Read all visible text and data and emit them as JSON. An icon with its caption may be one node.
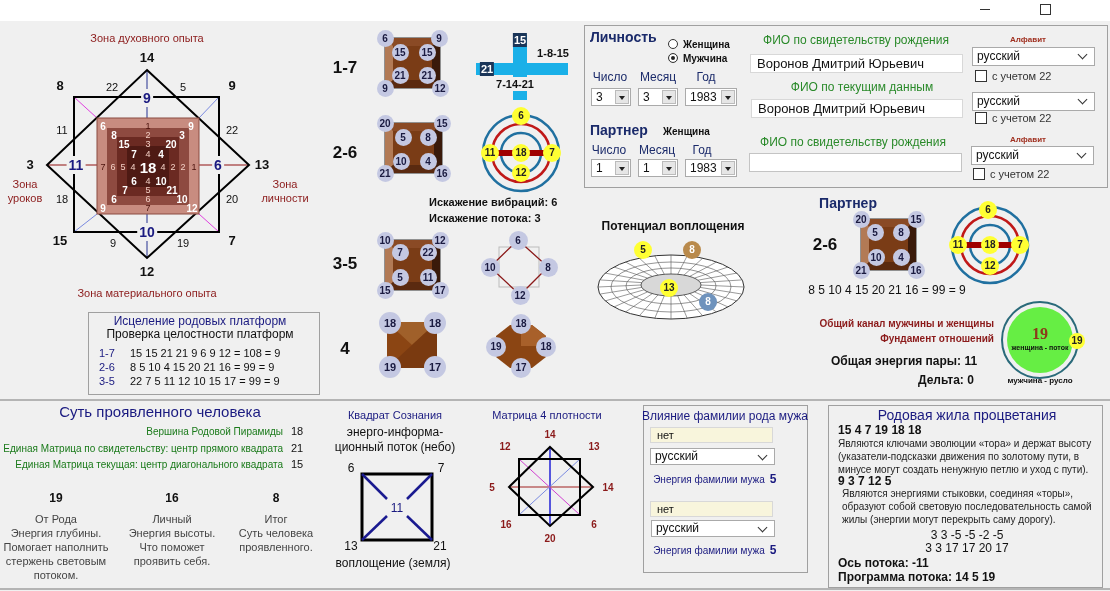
{
  "diagram": {
    "nodes": [
      {
        "text": [
          "6"
        ]
      },
      {
        "text": [
          "9"
        ]
      },
      {
        "text": [
          "15"
        ]
      },
      {
        "text": [
          "15"
        ]
      },
      {
        "text": [
          "21"
        ]
      },
      {
        "text": [
          "21"
        ]
      },
      {
        "text": [
          "9"
        ]
      },
      {
        "text": [
          "12"
        ]
      },
      {
        "text": [
          "20"
        ]
      },
      {
        "text": [
          "15"
        ]
      },
      {
        "text": [
          "5"
        ]
      },
      {
        "text": [
          "8"
        ]
      },
      {
        "text": [
          "10"
        ]
      },
      {
        "text": [
          "4"
        ]
      },
      {
        "text": [
          "21"
        ]
      },
      {
        "text": [
          "16"
        ]
      },
      {
        "text": [
          "6"
        ]
      },
      {
        "text": [
          "11"
        ]
      },
      {
        "text": [
          "18"
        ]
      },
      {
        "text": [
          "7"
        ]
      },
      {
        "text": [
          "12"
        ]
      },
      {
        "text": [
          "Личность",
          "Женщина",
          "Мужчина",
          "ФИО по свидетельству рождения",
          "Алфавит",
          "Число",
          "Месяц",
          "Год",
          "с учетом 22",
          "ФИО по текущим данным",
          "с учетом 22",
          "Партнер",
          "Женщина",
          "ФИО по свидетельству рождения",
          "Алфавит",
          "Число",
          "Месяц",
          "Год",
          "с учетом 22"
        ]
      },
      {
        "text": [
          "3"
        ],
        "in": 21
      },
      {
        "text": [
          "3"
        ],
        "in": 21
      },
      {
        "text": [
          "1983"
        ],
        "in": 21
      },
      {
        "text": [
          "Воронов Дмитрий Юрьевич"
        ],
        "in": 21
      },
      {
        "text": [
          "русский"
        ],
        "in": 21
      },
      {
        "text": [
          "Воронов Дмитрий Юрьевич"
        ],
        "in": 21
      },
      {
        "text": [
          "русский"
        ],
        "in": 21
      },
      {
        "text": [
          "1"
        ],
        "in": 21
      },
      {
        "text": [
          "1"
        ],
        "in": 21
      },
      {
        "text": [
          "1983"
        ],
        "in": 21
      },
      {
        "text": [],
        "shape": "box",
        "in": 21
      },
      {
        "text": [
          "русский"
        ],
        "in": 21
      },
      {
        "text": [
          "10"
        ]
      },
      {
        "text": [
          "12"
        ]
      },
      {
        "text": [
          "7"
        ]
      },
      {
        "text": [
          "22"
        ]
      },
      {
        "text": [
          "5"
        ]
      },
      {
        "text": [
          "11"
        ]
      },
      {
        "text": [
          "15"
        ]
      },
      {
        "text": [
          "17"
        ]
      },
      {
        "text": [
          "6"
        ]
      },
      {
        "text": [
          "10"
        ]
      },
      {
        "text": [
          "8"
        ]
      },
      {
        "text": [
          "12"
        ]
      },
      {
        "text": [
          "5"
        ]
      },
      {
        "text": [
          "8"
        ]
      },
      {
        "text": [
          "13"
        ]
      },
      {
        "text": [
          "8"
        ]
      },
      {
        "text": [
          "20"
        ]
      },
      {
        "text": [
          "15"
        ]
      },
      {
        "text": [
          "5"
        ]
      },
      {
        "text": [
          "8"
        ]
      },
      {
        "text": [
          "10"
        ]
      },
      {
        "text": [
          "4"
        ]
      },
      {
        "text": [
          "21"
        ]
      },
      {
        "text": [
          "16"
        ]
      },
      {
        "text": [
          "6"
        ]
      },
      {
        "text": [
          "11"
        ]
      },
      {
        "text": [
          "18"
        ]
      },
      {
        "text": [
          "7"
        ]
      },
      {
        "text": [
          "12"
        ]
      },
      {
        "text": [
          "Исцеление родовых платформ",
          "Проверка целостности платформ",
          "1-7",
          "15 15 21 21 9 6 9 12 = 108 = 9",
          "2-6",
          "8 5 10 4 15 20 21 16 = 99 = 9",
          "3-5",
          "22 7 5 11 12 10 15 17 = 99 = 9"
        ]
      },
      {
        "text": [
          "19",
          "женщина - поток"
        ],
        "beside": [
          "мужчина - русло"
        ]
      },
      {
        "text": [
          "19"
        ]
      },
      {
        "text": [
          "18"
        ]
      },
      {
        "text": [
          "18"
        ]
      },
      {
        "text": [
          "19"
        ]
      },
      {
        "text": [
          "17"
        ]
      },
      {
        "text": [
          "18"
        ]
      },
      {
        "text": [
          "19"
        ]
      },
      {
        "text": [
          "18"
        ]
      },
      {
        "text": [
          "17"
        ]
      },
      {
        "text": [
          "Влияние фамилии рода мужа",
          "Энергия фамилии мужа",
          "5",
          "Энергия фамилии мужа",
          "5"
        ]
      },
      {
        "text": [
          "нет"
        ],
        "in": 74
      },
      {
        "text": [
          "русский"
        ],
        "in": 74
      },
      {
        "text": [
          "нет"
        ],
        "in": 74
      },
      {
        "text": [
          "русский"
        ],
        "in": 74
      },
      {
        "text": [
          "Родовая жила процветания",
          "15 4 7 19 18 18",
          "Являются ключами эволюции «тора» и держат высоту (указатели-подсказки движения по золотому пути, в минусе могут создать ненужную петлю и уход с пути).",
          "9 3 7 12 5",
          "Являются энергиями стыковки, соединяя «торы», образуют собой световую последовательность самой жилы (энергии могут перекрыть саму дорогу).",
          "3 3 -5 -5 -2 -5",
          "3 3 17 17 20 17",
          "Ось потока: -11",
          "Программа потока: 14 5 19"
        ]
      }
    ],
    "labels": [
      "Зона духовного опыта",
      "14",
      "8",
      "22",
      "5",
      "9",
      "9",
      "11",
      "22",
      "6",
      "1",
      "9",
      "8",
      "2",
      "3",
      "15",
      "3",
      "20",
      "7",
      "4",
      "4",
      "3",
      "11",
      "7",
      "6",
      "5",
      "4",
      "18",
      "4",
      "2",
      "2",
      "1",
      "6",
      "13",
      "6",
      "4",
      "10",
      "Зона уроков",
      "7",
      "5",
      "21",
      "Зона личности",
      "18",
      "6",
      "6",
      "10",
      "20",
      "9",
      "7",
      "12",
      "10",
      "15",
      "9",
      "19",
      "7",
      "12",
      "Зона материального опыта",
      "1-7",
      "15",
      "1-8-15",
      "21",
      "7-14-21",
      "2-6",
      "Искажение вибраций: 6",
      "Искажение потока: 3",
      "Потенциал воплощения",
      "Партнер",
      "2-6",
      "3-5",
      "8 5 10 4 15 20 21 16 = 99 = 9",
      "Общий канал мужчины и женщины",
      "Фундамент отношений",
      "4",
      "Общая энергия пары: 11",
      "Дельта: 0",
      "Суть проявленного человека",
      "Вершина Родовой Пирамиды",
      "18",
      "Единая Матрица по свидетельству: центр прямого квадрата",
      "21",
      "Единая Матрица текущая: центр диагонального квадрата",
      "15",
      "19",
      "16",
      "8",
      "От Рода",
      "Энергия глубины. Помогает наполнить стержень световым потоком.",
      "Личный",
      "Энергия высоты. Что поможет проявить себя.",
      "Итог",
      "Суть человека проявленного.",
      "Квадрат Сознания",
      "энерго-информа- ционный поток (небо)",
      "6",
      "7",
      "11",
      "13",
      "21",
      "воплощение (земля)",
      "Матрица 4 плотности",
      "14",
      "12",
      "13",
      "5",
      "14",
      "16",
      "6",
      "20"
    ]
  }
}
